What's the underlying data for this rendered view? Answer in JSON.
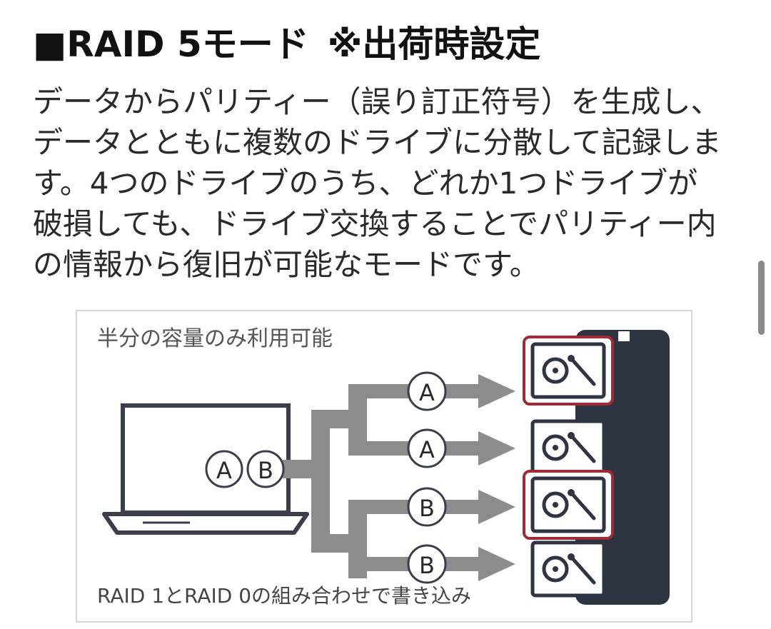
{
  "section": {
    "heading_mark": "■",
    "heading_title": "RAID 5モード",
    "heading_note": "※出荷時設定"
  },
  "description": {
    "lines": [
      "データからパリティー（誤り訂正符号）を生成し、",
      "データとともに複数のドライブに分散して記録しま",
      "す。4つのドライブのうち、どれか1つドライブが",
      "破損しても、ドライブ交換することでパリティー内",
      "の情報から復旧が可能なモードです。"
    ]
  },
  "diagram": {
    "top_caption": "半分の容量のみ利用可能",
    "bottom_caption": "RAID 1とRAID 0の組み合わせで書き込み",
    "source_labels": [
      "A",
      "B"
    ],
    "branch_labels": [
      "A",
      "A",
      "B",
      "B"
    ],
    "highlighted_drives": [
      1,
      3
    ],
    "colors": {
      "arrow": "#8c8c8c",
      "enclosure": "#2e3442",
      "drive_highlight": "#9e2b35",
      "laptop_stroke": "#3a3d4a"
    }
  }
}
